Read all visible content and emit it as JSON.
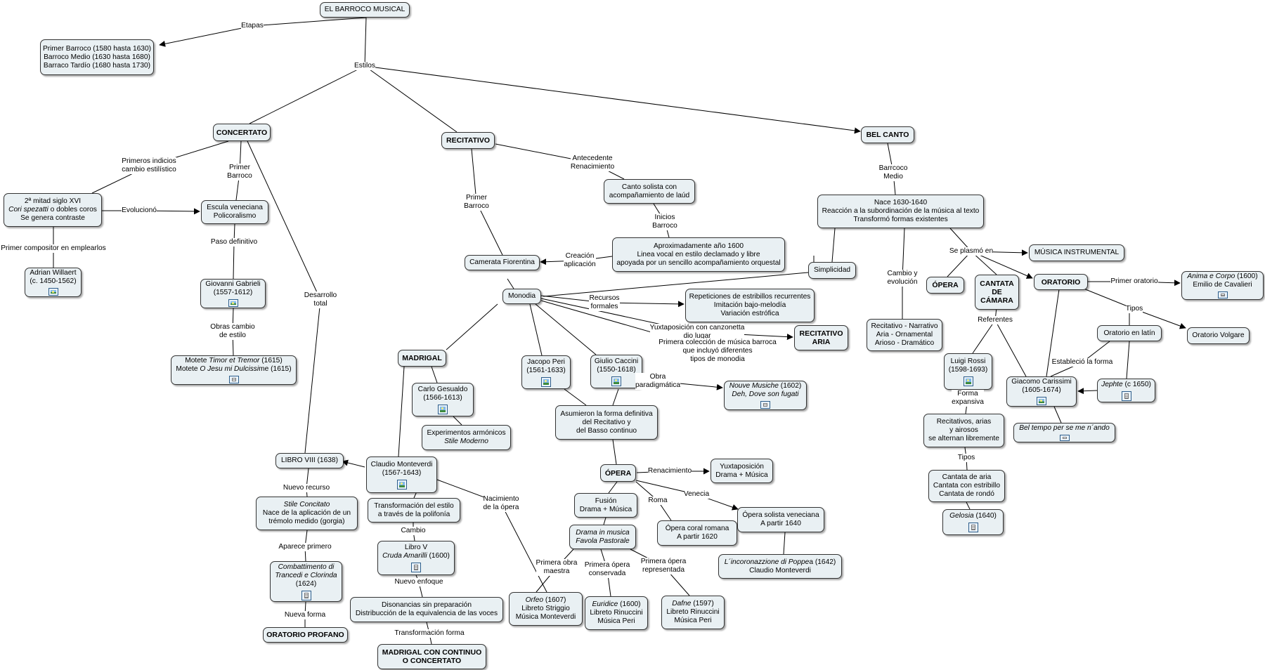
{
  "nodes": {
    "root": {
      "lines": [
        {
          "t": "EL BARROCO MUSICAL"
        }
      ]
    },
    "etapas": {
      "lines": [
        {
          "t": "Primer Barroco (1580 hasta 1630)"
        },
        {
          "t": "Barroco Medio (1630 hasta 1680)"
        },
        {
          "t": "Barraco Tardío (1680 hasta 1730)"
        }
      ]
    },
    "concertato": {
      "lines": [
        {
          "t": "CONCERTATO"
        }
      ]
    },
    "recitativo": {
      "lines": [
        {
          "t": "RECITATIVO"
        }
      ]
    },
    "belcanto": {
      "lines": [
        {
          "t": "BEL CANTO"
        }
      ]
    },
    "mitad": {
      "lines": [
        {
          "t": "2ª mitad siglo XVI"
        },
        {
          "t": "Cori spezatti  o dobles coros"
        },
        {
          "t": "Se genera contraste"
        }
      ]
    },
    "escuela": {
      "lines": [
        {
          "t": "Escula veneciana"
        },
        {
          "t": "Policoralismo"
        }
      ]
    },
    "willaert": {
      "lines": [
        {
          "t": "Adrian Willaert"
        },
        {
          "t": "(c. 1450-1562)"
        }
      ],
      "icon": "image-icon"
    },
    "gabrieli": {
      "lines": [
        {
          "t": "Giovanni Gabrieli"
        },
        {
          "t": "(1557-1612)"
        }
      ],
      "icon": "image-icon"
    },
    "motete": {
      "lines": [
        {
          "t": "Motete Timor et Tremor  (1615)"
        },
        {
          "t": "Motete O Jesu mi Dulcissime  (1615)"
        }
      ],
      "icon": "document-icon"
    },
    "canto_solista": {
      "lines": [
        {
          "t": "Canto solista con"
        },
        {
          "t": "acompañamiento de laúd"
        }
      ]
    },
    "aprox1600": {
      "lines": [
        {
          "t": "Aproximadamente año 1600"
        },
        {
          "t": "Linea vocal en estilo declamado y libre"
        },
        {
          "t": "apoyada por un sencillo acompañamiento orquestal"
        }
      ]
    },
    "camerata": {
      "lines": [
        {
          "t": "Camerata Fiorentina"
        }
      ]
    },
    "monodia": {
      "lines": [
        {
          "t": "Monodia"
        }
      ]
    },
    "repeticiones": {
      "lines": [
        {
          "t": "Repeticiones de estribillos recurrentes"
        },
        {
          "t": "Imitación bajo-melodía"
        },
        {
          "t": "Variación estrófica"
        }
      ]
    },
    "recit_aria": {
      "lines": [
        {
          "t": "RECITATIVO"
        },
        {
          "t": "ARIA"
        }
      ]
    },
    "madrigal": {
      "lines": [
        {
          "t": "MADRIGAL"
        }
      ]
    },
    "peri": {
      "lines": [
        {
          "t": "Jacopo Peri"
        },
        {
          "t": "(1561-1633)"
        }
      ],
      "icon": "image-icon"
    },
    "caccini": {
      "lines": [
        {
          "t": "Giulio Caccini"
        },
        {
          "t": "(1550-1618)"
        }
      ],
      "icon": "image-icon"
    },
    "nouve": {
      "lines": [
        {
          "t": "Nouve Musiche (1602)"
        },
        {
          "t": "Deh, Dove son fugati"
        }
      ],
      "icon": "document-icon"
    },
    "gesualdo": {
      "lines": [
        {
          "t": "Carlo Gesualdo"
        },
        {
          "t": "(1566-1613)"
        }
      ],
      "icon": "image-icon"
    },
    "experimentos": {
      "lines": [
        {
          "t": "Experimentos armónicos"
        },
        {
          "t": "Stile Moderno"
        }
      ]
    },
    "asumieron": {
      "lines": [
        {
          "t": "Asumieron la forma definitiva"
        },
        {
          "t": "del Recitativo y"
        },
        {
          "t": "del Basso continuo"
        }
      ]
    },
    "opera_rec": {
      "lines": [
        {
          "t": "ÓPERA"
        }
      ]
    },
    "yuxtaposicion": {
      "lines": [
        {
          "t": "Yuxtaposición"
        },
        {
          "t": "Drama + Música"
        }
      ]
    },
    "fusion": {
      "lines": [
        {
          "t": "Fusión"
        },
        {
          "t": "Drama + Música"
        }
      ]
    },
    "drama": {
      "lines": [
        {
          "t": "Drama in musica"
        },
        {
          "t": "Favola Pastorale"
        }
      ]
    },
    "coral_romana": {
      "lines": [
        {
          "t": "Ópera coral romana"
        },
        {
          "t": "A partir 1620"
        }
      ]
    },
    "solista_ven": {
      "lines": [
        {
          "t": "Ópera solista veneciana"
        },
        {
          "t": "A partir 1640"
        }
      ]
    },
    "poppea": {
      "lines": [
        {
          "t": "L´incoronazzione di Poppea  (1642)"
        },
        {
          "t": "Claudio Monteverdi"
        }
      ]
    },
    "orfeo": {
      "lines": [
        {
          "t": "Orfeo  (1607)"
        },
        {
          "t": "Libreto Striggio"
        },
        {
          "t": "Música Monteverdi"
        }
      ]
    },
    "euridice": {
      "lines": [
        {
          "t": "Euridice  (1600)"
        },
        {
          "t": "Libreto Rinuccini"
        },
        {
          "t": "Música Peri"
        }
      ]
    },
    "dafne": {
      "lines": [
        {
          "t": "Dafne  (1597)"
        },
        {
          "t": "Libreto Rinuccini"
        },
        {
          "t": "Música Peri"
        }
      ]
    },
    "libro8": {
      "lines": [
        {
          "t": "LIBRO VIII (1638)"
        }
      ]
    },
    "monteverdi": {
      "lines": [
        {
          "t": "Claudio Monteverdi"
        },
        {
          "t": "(1567-1643)"
        }
      ],
      "icon": "image-icon"
    },
    "stile": {
      "lines": [
        {
          "t": "Stile Concitato"
        },
        {
          "t": "Nace de la aplicación de un"
        },
        {
          "t": "trémolo medido (gorgia)"
        }
      ]
    },
    "transformacion": {
      "lines": [
        {
          "t": "Transformación del estilo"
        },
        {
          "t": "a través de la polifonía"
        }
      ]
    },
    "libro5": {
      "lines": [
        {
          "t": "Libro V"
        },
        {
          "t": "Cruda Amarilli  (1600)"
        }
      ],
      "icon": "document-icon"
    },
    "combattimento": {
      "lines": [
        {
          "t": "Combattimento di"
        },
        {
          "t": "Trancedi e Clorinda"
        },
        {
          "t": "(1624)"
        }
      ],
      "icon": "document-icon"
    },
    "disonancias": {
      "lines": [
        {
          "t": "Disonancias sin preparación"
        },
        {
          "t": "Distribucción de la equivalencia de las voces"
        }
      ]
    },
    "oratorio_profano": {
      "lines": [
        {
          "t": "ORATORIO PROFANO"
        }
      ]
    },
    "madrigal_cont": {
      "lines": [
        {
          "t": "MADRIGAL CON CONTINUO"
        },
        {
          "t": "O CONCERTATO"
        }
      ]
    },
    "nace1630": {
      "lines": [
        {
          "t": "Nace 1630-1640"
        },
        {
          "t": "Reacción a la subordinación de la música al texto"
        },
        {
          "t": "Transformó formas existentes"
        }
      ]
    },
    "musica_inst": {
      "lines": [
        {
          "t": "MÚSICA INSTRUMENTAL"
        }
      ]
    },
    "simplicidad": {
      "lines": [
        {
          "t": "Simplicidad"
        }
      ]
    },
    "opera_bc": {
      "lines": [
        {
          "t": "ÓPERA"
        }
      ]
    },
    "cantata": {
      "lines": [
        {
          "t": "CANTATA"
        },
        {
          "t": "DE"
        },
        {
          "t": "CÁMARA"
        }
      ]
    },
    "oratorio": {
      "lines": [
        {
          "t": "ORATORIO"
        }
      ]
    },
    "anima": {
      "lines": [
        {
          "t": "Anima e Corpo  (1600)"
        },
        {
          "t": "Emilio de Cavalieri"
        }
      ],
      "icon": "document-icon"
    },
    "oratorio_volgare": {
      "lines": [
        {
          "t": "Oratorio Volgare"
        }
      ]
    },
    "oratorio_latin": {
      "lines": [
        {
          "t": "Oratorio en latín"
        }
      ]
    },
    "recit_narrativo": {
      "lines": [
        {
          "t": "Recitativo - Narrativo"
        },
        {
          "t": "Aria - Ornamental"
        },
        {
          "t": "Arioso - Dramático"
        }
      ]
    },
    "rossi": {
      "lines": [
        {
          "t": "Luigi Rossi"
        },
        {
          "t": "(1598-1693)"
        }
      ],
      "icon": "image-icon"
    },
    "carissimi": {
      "lines": [
        {
          "t": "Giacomo Carissimi"
        },
        {
          "t": "(1605-1674)"
        }
      ],
      "icon": "image-icon"
    },
    "jephte": {
      "lines": [
        {
          "t": "Jephte  (c 1650)"
        }
      ],
      "icon": "document-icon"
    },
    "bel_tempo": {
      "lines": [
        {
          "t": "Bel tempo per se me n´ando"
        }
      ],
      "icon": "document-icon"
    },
    "recitativos_arias": {
      "lines": [
        {
          "t": "Recitativos, arias"
        },
        {
          "t": "y airosos"
        },
        {
          "t": "se alternan libremente"
        }
      ]
    },
    "cantata_aria": {
      "lines": [
        {
          "t": "Cantata de aria"
        },
        {
          "t": "Cantata con estribillo"
        },
        {
          "t": "Cantata de rondó"
        }
      ]
    },
    "gelosia": {
      "lines": [
        {
          "t": "Gelosia  (1640)"
        }
      ],
      "icon": "document-icon"
    }
  },
  "labels": {
    "etapas": [
      "Etapas"
    ],
    "estilos": [
      "Estilos"
    ],
    "primeros_indicios": [
      "Primeros indicios",
      "cambio estilístico"
    ],
    "primer_barroco_c": [
      "Primer",
      "Barroco"
    ],
    "evoluciono": [
      "Evolucionó"
    ],
    "primer_compositor": [
      "Primer compositor en emplearlos"
    ],
    "paso_definitivo": [
      "Paso definitivo"
    ],
    "obras_cambio": [
      "Obras cambio",
      "de estilo"
    ],
    "desarrollo": [
      "Desarrollo",
      "total"
    ],
    "antecedente": [
      "Antecedente",
      "Renacimiento"
    ],
    "inicios": [
      "Inicios",
      "Barroco"
    ],
    "primer_barroco_r": [
      "Primer",
      "Barroco"
    ],
    "creacion": [
      "Creación",
      "aplicación"
    ],
    "recursos": [
      "Recursos",
      "formales"
    ],
    "yuxtaposicion_canz": [
      "Yuxtaposición con canzonetta",
      "dio lugar"
    ],
    "primera_coleccion": [
      "Primera colección de música barroca",
      "que incluyó diferentes",
      "tipos de monodia"
    ],
    "obra_paradig": [
      "Obra",
      "paradigmática"
    ],
    "renacimiento": [
      "Renacimiento"
    ],
    "roma": [
      "Roma"
    ],
    "venecia": [
      "Venecia"
    ],
    "primera_obra": [
      "Primera obra",
      "maestra"
    ],
    "primera_conservada": [
      "Primera ópera",
      "conservada"
    ],
    "primera_representada": [
      "Primera ópera",
      "representada"
    ],
    "nacimiento": [
      "Nacimiento",
      "de la ópera"
    ],
    "nuevo_recurso": [
      "Nuevo recurso"
    ],
    "aparece_primero": [
      "Aparece primero"
    ],
    "nueva_forma": [
      "Nueva forma"
    ],
    "cambio": [
      "Cambio"
    ],
    "nuevo_enfoque": [
      "Nuevo enfoque"
    ],
    "transformacion_forma": [
      "Transformación forma"
    ],
    "barroco_medio": [
      "Barrcoco",
      "Medio"
    ],
    "se_plasmo": [
      "Se plasmó en"
    ],
    "cambio_evolucion": [
      "Cambio y",
      "evolución"
    ],
    "primer_oratorio": [
      "Primer oratorio"
    ],
    "tipos_or": [
      "Tipos"
    ],
    "establecio": [
      "Estableció la forma"
    ],
    "referentes": [
      "Referentes"
    ],
    "forma_expansiva": [
      "Forma",
      "expansiva"
    ],
    "tipos_cant": [
      "Tipos"
    ]
  },
  "colors": {
    "node_fill": "#e9f0f3",
    "node_border": "#333333",
    "line": "#000000",
    "background": "#ffffff"
  }
}
